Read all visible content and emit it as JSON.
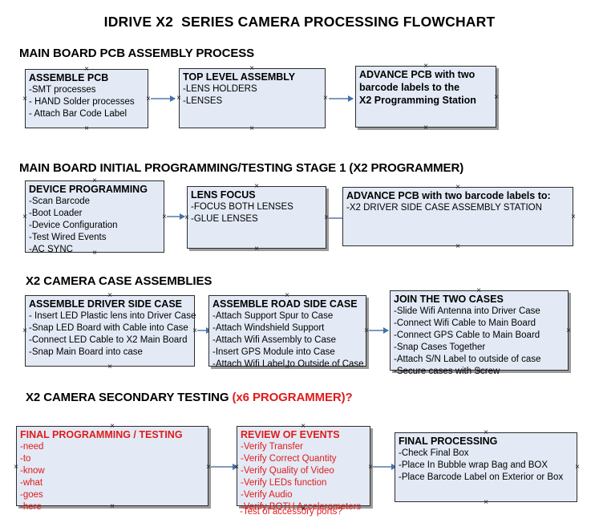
{
  "title": "IDRIVE X2  SERIES CAMERA PROCESSING FLOWCHART",
  "colors": {
    "box_fill": "#e3eaf5",
    "box_border": "#2c2c2c",
    "accent_red": "#e01b1b",
    "arrow": "#4472a8",
    "text": "#000000"
  },
  "sections": [
    {
      "header": "MAIN BOARD PCB ASSEMBLY PROCESS",
      "header_accent": "",
      "boxes": [
        {
          "title": "ASSEMBLE PCB",
          "lines": [
            "-SMT processes",
            "- HAND Solder processes",
            "- Attach Bar Code Label"
          ],
          "red": false
        },
        {
          "title": "TOP LEVEL ASSEMBLY",
          "lines": [
            "-LENS HOLDERS",
            "-LENSES"
          ],
          "red": false
        },
        {
          "title": "ADVANCE PCB with two",
          "lines": [
            "barcode labels to the",
            " X2 Programming Station"
          ],
          "red": false
        }
      ]
    },
    {
      "header": "MAIN BOARD INITIAL PROGRAMMING/TESTING STAGE 1 (X2 PROGRAMMER)",
      "header_accent": "",
      "boxes": [
        {
          "title": "DEVICE PROGRAMMING",
          "lines": [
            "-Scan Barcode",
            "-Boot Loader",
            "-Device Configuration",
            "-Test Wired Events",
            "-AC SYNC"
          ],
          "red": false
        },
        {
          "title": "LENS FOCUS",
          "lines": [
            "-FOCUS BOTH LENSES",
            "-GLUE LENSES"
          ],
          "red": false
        },
        {
          "title": "ADVANCE PCB with two barcode labels to:",
          "lines": [
            "-X2 DRIVER  SIDE  CASE  ASSEMBLY STATION"
          ],
          "red": false
        }
      ]
    },
    {
      "header": "X2 CAMERA CASE ASSEMBLIES",
      "header_accent": "",
      "boxes": [
        {
          "title": "ASSEMBLE DRIVER SIDE CASE",
          "lines": [
            "- Insert LED Plastic lens into Driver Case",
            "-Snap LED Board with Cable into Case",
            "-Connect LED Cable to X2 Main Board",
            "-Snap Main Board into case"
          ],
          "red": false
        },
        {
          "title": "ASSEMBLE ROAD SIDE CASE",
          "lines": [
            "-Attach Support Spur to Case",
            "-Attach Windshield Support",
            "-Attach Wifi Assembly to Case",
            "-Insert GPS Module into Case",
            "-Attach Wifi Label to Outside of Case"
          ],
          "red": false
        },
        {
          "title": "JOIN THE TWO CASES",
          "lines": [
            "-Slide Wifi Antenna into Driver Case",
            "-Connect Wifi Cable to Main Board",
            "-Connect GPS Cable to Main Board",
            "-Snap Cases Together",
            "-Attach S/N Label to outside of case",
            "-Secure cases with Screw"
          ],
          "red": false
        }
      ]
    },
    {
      "header": "X2 CAMERA SECONDARY TESTING ",
      "header_accent": "(x6 PROGRAMMER)?",
      "boxes": [
        {
          "title": "FINAL PROGRAMMING / TESTING",
          "lines": [
            "-need",
            "-to",
            "-know",
            "-what",
            "-goes",
            "-here"
          ],
          "red": true
        },
        {
          "title": "REVIEW OF EVENTS",
          "lines": [
            "-Verify Transfer",
            "-Verify Correct Quantity",
            "-Verify Quality of Video",
            "-Verify LEDs function",
            "-Verify Audio",
            "-Verify BOTH Accelerometers"
          ],
          "overflow_line": "-Test of accessory ports?",
          "red": true
        },
        {
          "title": "FINAL PROCESSING",
          "lines": [
            " -Check Final Box",
            "-Place In Bubble wrap Bag and BOX",
            "-Place Barcode Label on Exterior or Box"
          ],
          "red": false
        }
      ]
    }
  ]
}
